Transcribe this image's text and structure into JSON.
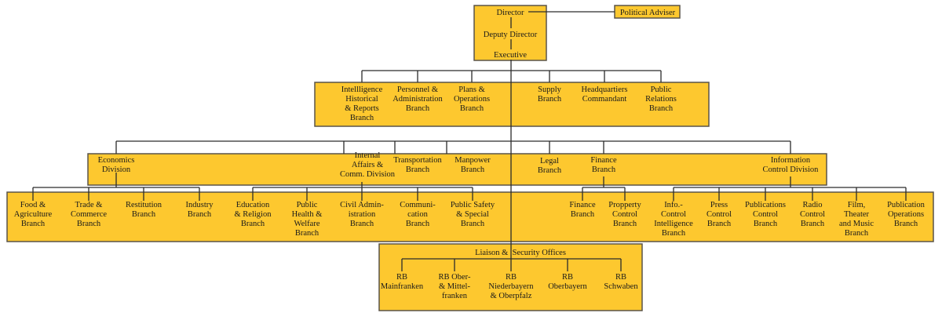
{
  "title": "Organization Chart",
  "colors": {
    "box_fill": "#fdc82f",
    "box_border": "#5a5448",
    "line": "#2b2b2b"
  },
  "top": {
    "director": "Director",
    "deputy_director": "Deputy Director",
    "executive": "Executive",
    "political_adviser": "Political Adviser"
  },
  "staff_branches": [
    {
      "id": "intelligence",
      "lines": [
        "Intellligence",
        "Historical",
        "& Reports",
        "Branch"
      ]
    },
    {
      "id": "personnel",
      "lines": [
        "Personnel &",
        "Administration",
        "Branch"
      ]
    },
    {
      "id": "plans",
      "lines": [
        "Plans &",
        "Operations",
        "Branch"
      ]
    },
    {
      "id": "supply",
      "lines": [
        "Supply",
        "Branch"
      ]
    },
    {
      "id": "hq-commandant",
      "lines": [
        "Headquartiers",
        "Commandant"
      ]
    },
    {
      "id": "public-relations",
      "lines": [
        "Public",
        "Relations",
        "Branch"
      ]
    }
  ],
  "divisions": [
    {
      "id": "economics",
      "lines": [
        "Economics",
        "Division"
      ]
    },
    {
      "id": "internal-affairs",
      "lines": [
        "Internal",
        "Affairs &",
        "Comm. Division"
      ]
    },
    {
      "id": "transportation",
      "lines": [
        "Transportation",
        "Branch"
      ]
    },
    {
      "id": "manpower",
      "lines": [
        "Manpower",
        "Branch"
      ]
    },
    {
      "id": "legal",
      "lines": [
        "Legal",
        "Branch"
      ]
    },
    {
      "id": "finance",
      "lines": [
        "Finance",
        "Branch"
      ]
    },
    {
      "id": "information-control",
      "lines": [
        "Information",
        "Control Division"
      ]
    }
  ],
  "sub_branches": [
    {
      "id": "food-agriculture",
      "parent": "economics",
      "lines": [
        "Food &",
        "Agriculture",
        "Branch"
      ]
    },
    {
      "id": "trade-commerce",
      "parent": "economics",
      "lines": [
        "Trade &",
        "Commerce",
        "Branch"
      ]
    },
    {
      "id": "restitution",
      "parent": "economics",
      "lines": [
        "Restitution",
        "Branch"
      ]
    },
    {
      "id": "industry",
      "parent": "economics",
      "lines": [
        "Industry",
        "Branch"
      ]
    },
    {
      "id": "education-religion",
      "parent": "internal-affairs",
      "lines": [
        "Education",
        "& Religion",
        "Branch"
      ]
    },
    {
      "id": "public-health",
      "parent": "internal-affairs",
      "lines": [
        "Public",
        "Health &",
        "Welfare",
        "Branch"
      ]
    },
    {
      "id": "civil-administration",
      "parent": "internal-affairs",
      "lines": [
        "Civil Admin-",
        "istration",
        "Branch"
      ]
    },
    {
      "id": "communication",
      "parent": "internal-affairs",
      "lines": [
        "Communi-",
        "cation",
        "Branch"
      ]
    },
    {
      "id": "public-safety",
      "parent": "internal-affairs",
      "lines": [
        "Public Safety",
        "& Special",
        "Branch"
      ]
    },
    {
      "id": "finance-sub",
      "parent": "finance",
      "lines": [
        "Finance",
        "Branch"
      ]
    },
    {
      "id": "property-control",
      "parent": "finance",
      "lines": [
        "Propperty",
        "Control",
        "Branch"
      ]
    },
    {
      "id": "info-control-intelligence",
      "parent": "information-control",
      "lines": [
        "Info.-",
        "Control",
        "Intelligence",
        "Branch"
      ]
    },
    {
      "id": "press-control",
      "parent": "information-control",
      "lines": [
        "Press",
        "Control",
        "Branch"
      ]
    },
    {
      "id": "publications-control",
      "parent": "information-control",
      "lines": [
        "Publications",
        "Control",
        "Branch"
      ]
    },
    {
      "id": "radio-control",
      "parent": "information-control",
      "lines": [
        "Radio",
        "Control",
        "Branch"
      ]
    },
    {
      "id": "film-theater-music",
      "parent": "information-control",
      "lines": [
        "Film,",
        "Theater",
        "and Music",
        "Branch"
      ]
    },
    {
      "id": "publication-operations",
      "parent": "information-control",
      "lines": [
        "Publication",
        "Operations",
        "Branch"
      ]
    }
  ],
  "liaison": {
    "title": "Liaison &  Security Offices",
    "offices": [
      {
        "id": "mainfranken",
        "lines": [
          "RB",
          "Mainfranken"
        ]
      },
      {
        "id": "ober-mittelfranken",
        "lines": [
          "RB Ober-",
          "& Mittel-",
          "franken"
        ]
      },
      {
        "id": "niederbayern-oberpfalz",
        "lines": [
          "RB",
          "Niederbayern",
          "& Oberpfalz"
        ]
      },
      {
        "id": "oberbayern",
        "lines": [
          "RB",
          "Oberbayern"
        ]
      },
      {
        "id": "schwaben",
        "lines": [
          "RB",
          "Schwaben"
        ]
      }
    ]
  }
}
